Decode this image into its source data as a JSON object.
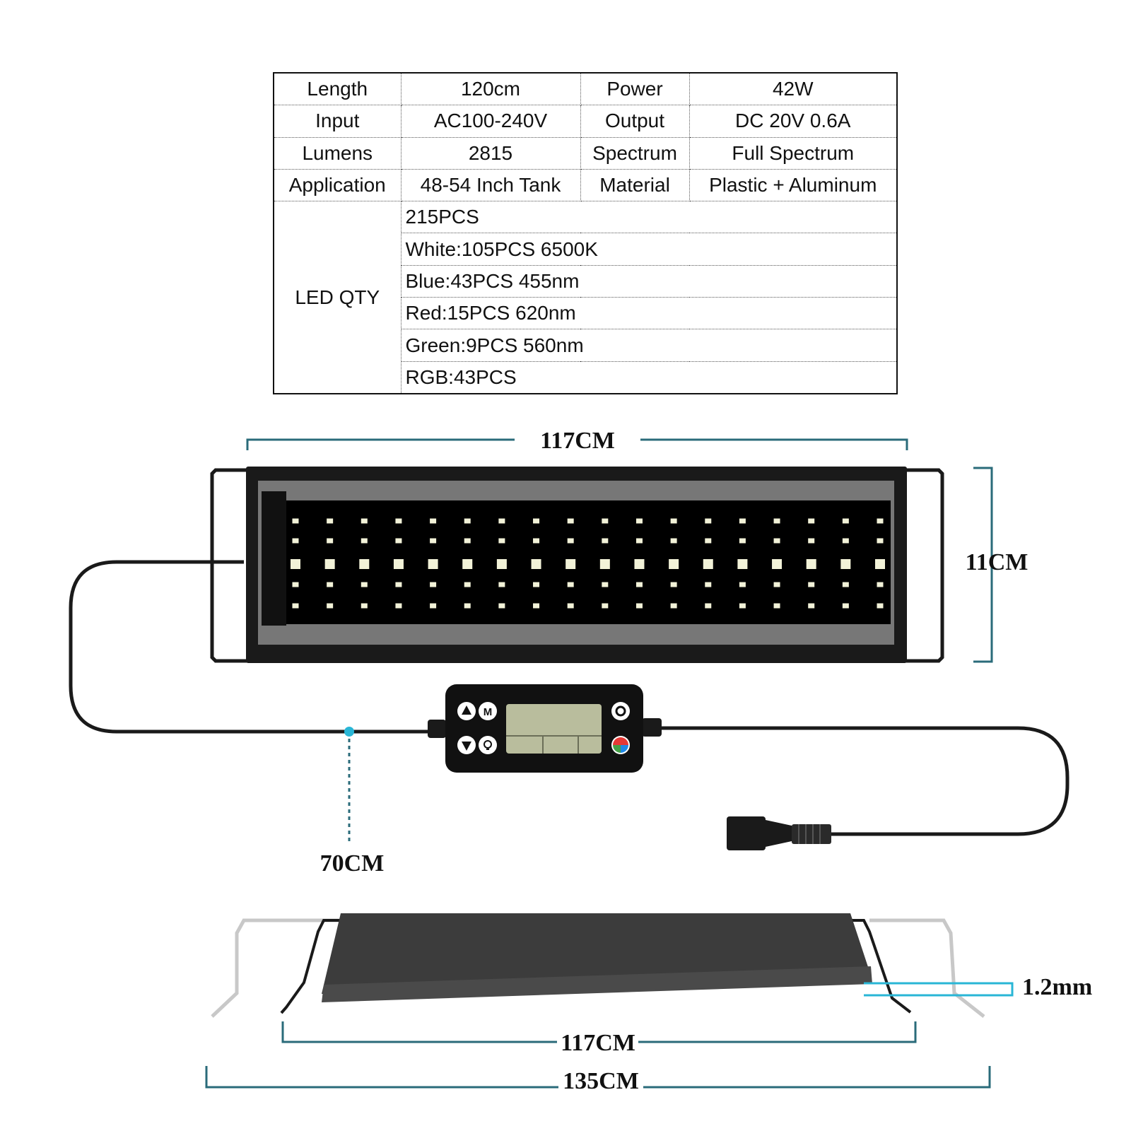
{
  "specs": {
    "rows": [
      {
        "label_a": "Length",
        "value_a": "120cm",
        "label_b": "Power",
        "value_b": "42W"
      },
      {
        "label_a": "Input",
        "value_a": "AC100-240V",
        "label_b": "Output",
        "value_b": "DC 20V 0.6A"
      },
      {
        "label_a": "Lumens",
        "value_a": "2815",
        "label_b": "Spectrum",
        "value_b": "Full Spectrum"
      },
      {
        "label_a": "Application",
        "value_a": "48-54 Inch Tank",
        "label_b": "Material",
        "value_b": "Plastic + Aluminum"
      }
    ],
    "led_label": "LED QTY",
    "led_items": [
      "215PCS",
      "White:105PCS 6500K",
      "Blue:43PCS 455nm",
      "Red:15PCS 620nm",
      "Green:9PCS 560nm",
      "RGB:43PCS"
    ]
  },
  "dimensions": {
    "top_length": "117CM",
    "height": "11CM",
    "cable_length": "70CM",
    "thickness": "1.2mm",
    "bottom_length": "117CM",
    "extended_length": "135CM"
  },
  "colors": {
    "dimension_line": "#2a6b7a",
    "cable_marker": "#29b6d6",
    "light_body": "#1a1a1a",
    "panel_gray": "#777777"
  },
  "icons": {
    "controller_buttons": [
      "up-arrow-icon",
      "mode-icon",
      "down-arrow-icon",
      "brightness-icon",
      "power-icon",
      "rgb-color-icon"
    ]
  }
}
